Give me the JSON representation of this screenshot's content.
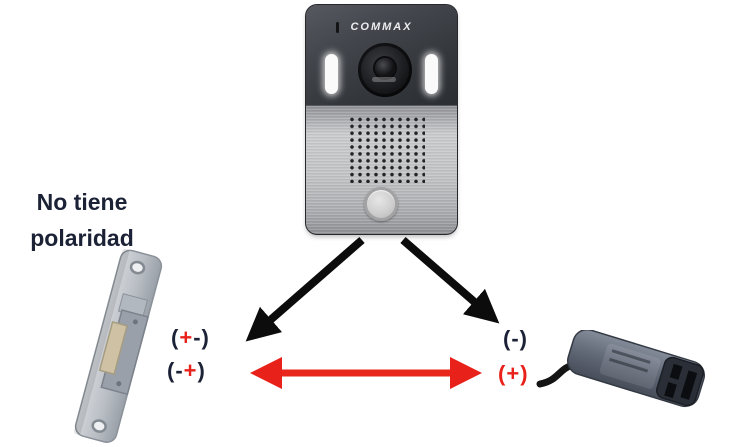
{
  "scene": {
    "description": "Wiring diagram: COMMAX door station connected to an electric door strike (no polarity) and a power adapter",
    "background": "#ffffff"
  },
  "door_station": {
    "brand": "COMMAX"
  },
  "annotation": {
    "line1": "No tiene",
    "line2": "polaridad"
  },
  "terminals": {
    "strike_row1": {
      "open": "(",
      "first": "+",
      "second": "-",
      "close": ")"
    },
    "strike_row2": {
      "open": "(",
      "first": "-",
      "second": "+",
      "close": ")"
    },
    "adapter_row1": {
      "open": "(",
      "sign": "-",
      "close": ")"
    },
    "adapter_row2": {
      "open": "(",
      "sign": "+",
      "close": ")"
    }
  },
  "colors": {
    "accent_red": "#e8221a",
    "ink_navy": "#1c2236",
    "arrow_black": "#0c0c0c",
    "device_dark": "#3a3d42",
    "device_silver": "#c0c2c4"
  }
}
